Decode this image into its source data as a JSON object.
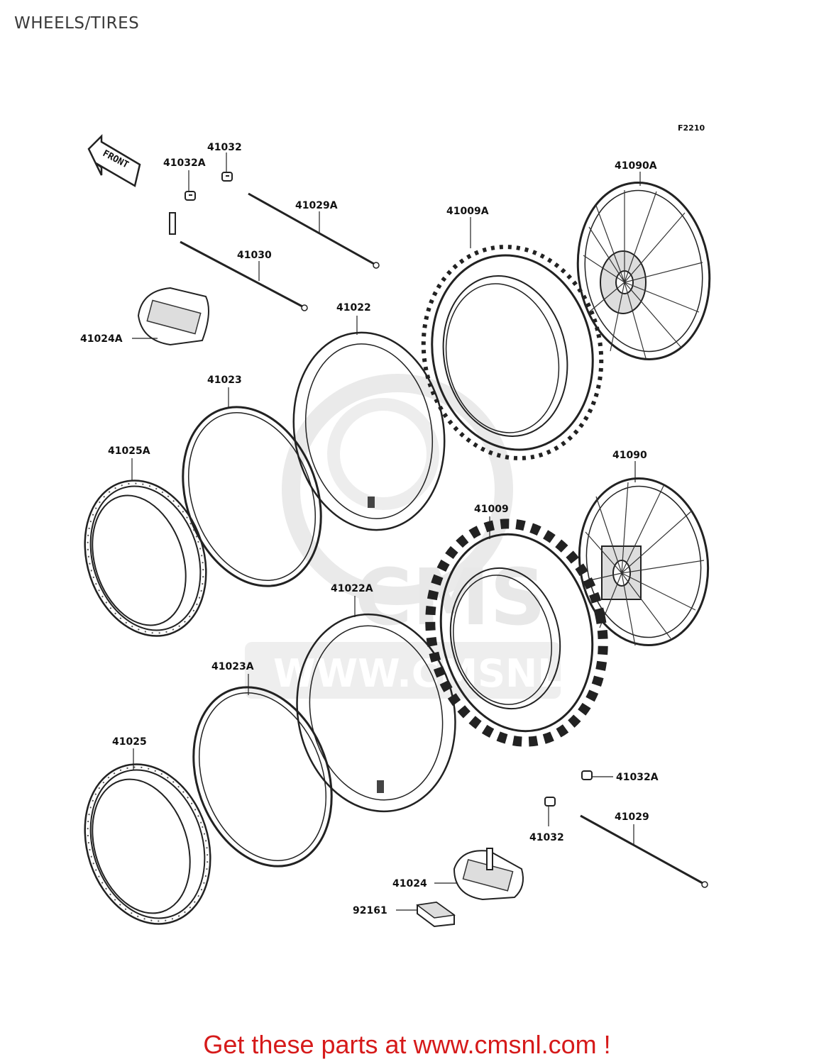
{
  "page_title": "WHEELS/TIRES",
  "figure_code": "F2210",
  "front_arrow_label": "FRONT",
  "watermark": {
    "brand": "CMS",
    "url": "WWW.CMSNL.COM"
  },
  "parts": {
    "p_41032_top": "41032",
    "p_41032a_top": "41032A",
    "p_41029a": "41029A",
    "p_41030": "41030",
    "p_41009a": "41009A",
    "p_41090a": "41090A",
    "p_41024a": "41024A",
    "p_41022": "41022",
    "p_41023": "41023",
    "p_41025a": "41025A",
    "p_41090": "41090",
    "p_41009": "41009",
    "p_41022a": "41022A",
    "p_41023a": "41023A",
    "p_41025": "41025",
    "p_41032a_bottom": "41032A",
    "p_41032_bottom": "41032",
    "p_41029": "41029",
    "p_41024": "41024",
    "p_92161": "92161"
  },
  "footer": "Get these parts at www.cmsnl.com !"
}
